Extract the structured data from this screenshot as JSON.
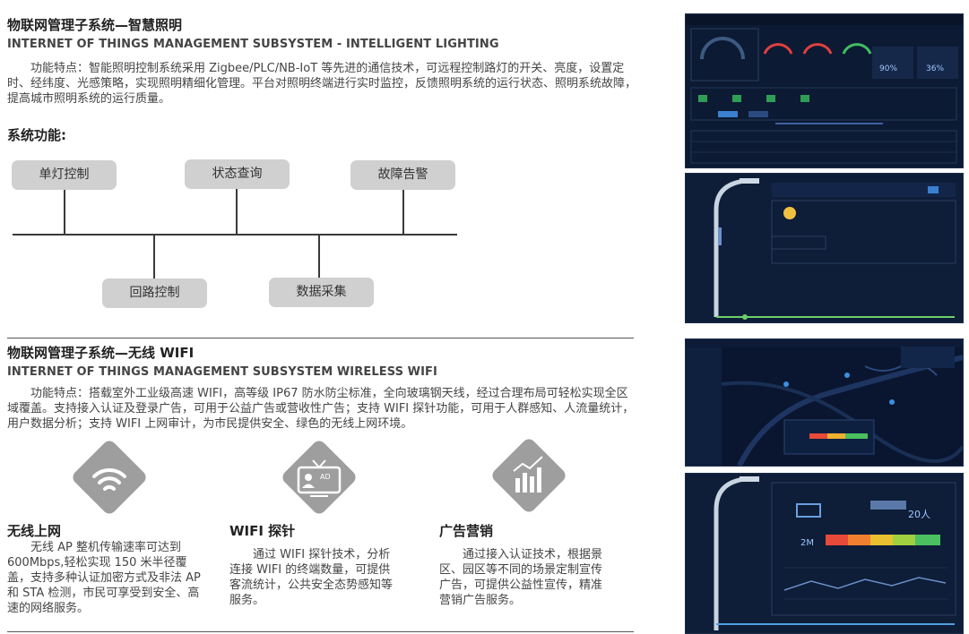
{
  "lighting": {
    "title": "物联网管理子系统—智慧照明",
    "subtitle": "INTERNET OF THINGS MANAGEMENT SUBSYSTEM - INTELLIGENT LIGHTING",
    "desc": "功能特点：智能照明控制系统采用 Zigbee/PLC/NB-IoT 等先进的通信技术，可远程控制路灯的开关、亮度，设置定时、经纬度、光感策略，实现照明精细化管理。平台对照明终端进行实时监控，反馈照明系统的运行状态、照明系统故障，提高城市照明系统的运行质量。",
    "functions_title": "系统功能:",
    "functions_top": [
      "单灯控制",
      "状态查询",
      "故障告警"
    ],
    "functions_bottom": [
      "回路控制",
      "数据采集"
    ]
  },
  "wifi": {
    "title": "物联网管理子系统—无线 WIFI",
    "subtitle": "INTERNET OF THINGS MANAGEMENT SUBSYSTEM WIRELESS WIFI",
    "desc": "功能特点：搭载室外工业级高速 WIFI，高等级 IP67 防水防尘标准，全向玻璃钢天线，经过合理布局可轻松实现全区域覆盖。支持接入认证及登录广告，可用于公益广告或营收性广告；支持 WIFI 探针功能，可用于人群感知、人流量统计，用户数据分析；支持 WIFI 上网审计，为市民提供安全、绿色的无线上网环境。",
    "features": [
      {
        "title": "无线上网",
        "text": "无线 AP 整机传输速率可达到 600Mbps,轻松实现 150 米半径覆盖，支持多种认证加密方式及非法 AP 和 STA 检测，市民可享受到安全、高速的网络服务。"
      },
      {
        "title": "WIFI 探针",
        "text": "通过 WIFI 探针技术，分析连接 WIFI 的终端数量，可提供客流统计，公共安全态势感知等服务。"
      },
      {
        "title": "广告营销",
        "text": "通过接入认证技术，根据景区、园区等不同的场景定制宣传广告，可提供公益性宣传，精准营销广告服务。"
      }
    ],
    "ad_badge": "AD"
  },
  "screens": {
    "s1_values": [
      "90%",
      "36%"
    ],
    "s4_count": "20人",
    "s4_value": "2M"
  }
}
